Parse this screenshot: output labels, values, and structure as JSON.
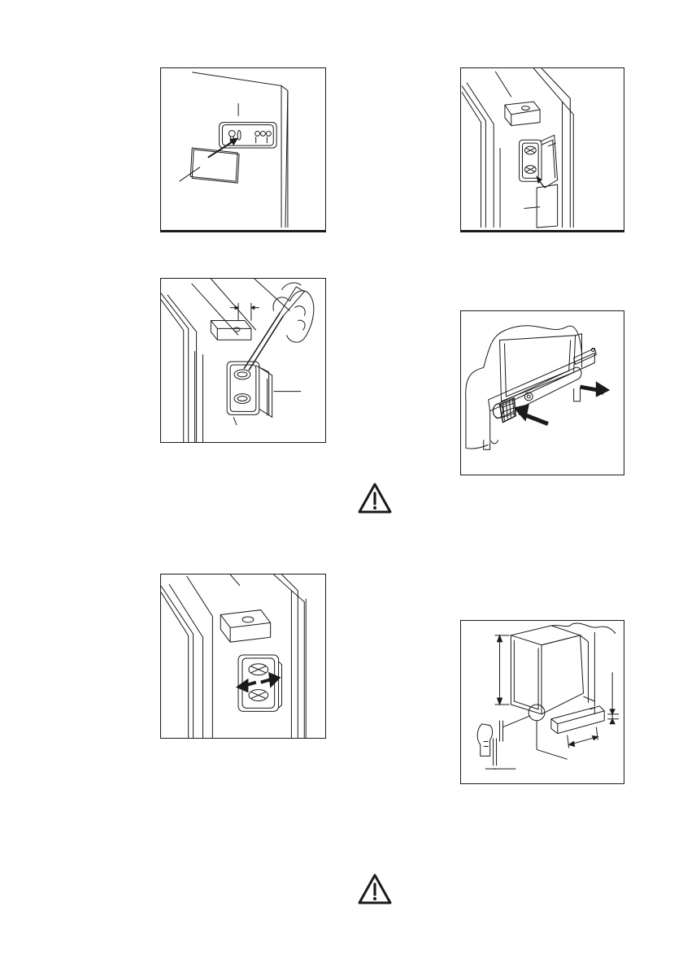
{
  "page": {
    "figures": [
      {
        "id": "fig-hinge-plate-label",
        "icon": "hinge-plate-with-label-drawing"
      },
      {
        "id": "fig-hinge-screwdriver",
        "icon": "screwdriver-hinge-adjustment-drawing"
      },
      {
        "id": "fig-hinge-slide",
        "icon": "hinge-slide-arrows-drawing"
      },
      {
        "id": "fig-door-hinge-label",
        "icon": "door-hinge-label-drawing"
      },
      {
        "id": "fig-vent-grille",
        "icon": "ventilation-grille-removal-drawing"
      },
      {
        "id": "fig-appliance-plinth",
        "icon": "appliance-plinth-measurement-drawing"
      }
    ],
    "warnings": [
      {
        "id": "warning-1",
        "icon": "warning-triangle-icon"
      },
      {
        "id": "warning-2",
        "icon": "warning-triangle-icon"
      }
    ],
    "colors": {
      "ink": "#1a1a1a",
      "paper": "#ffffff"
    }
  }
}
